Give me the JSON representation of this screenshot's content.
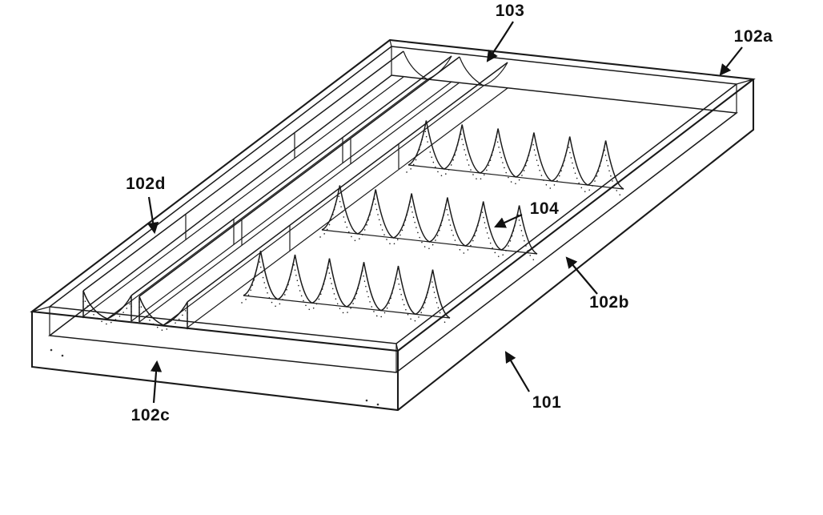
{
  "figure": {
    "labels": {
      "l103": {
        "text": "103"
      },
      "l102a": {
        "text": "102a"
      },
      "l102d": {
        "text": "102d"
      },
      "l104": {
        "text": "104"
      },
      "l102b": {
        "text": "102b"
      },
      "l101": {
        "text": "101"
      },
      "l102c": {
        "text": "102c"
      }
    },
    "colors": {
      "line": "#1a1a1a",
      "background": "#ffffff"
    }
  }
}
